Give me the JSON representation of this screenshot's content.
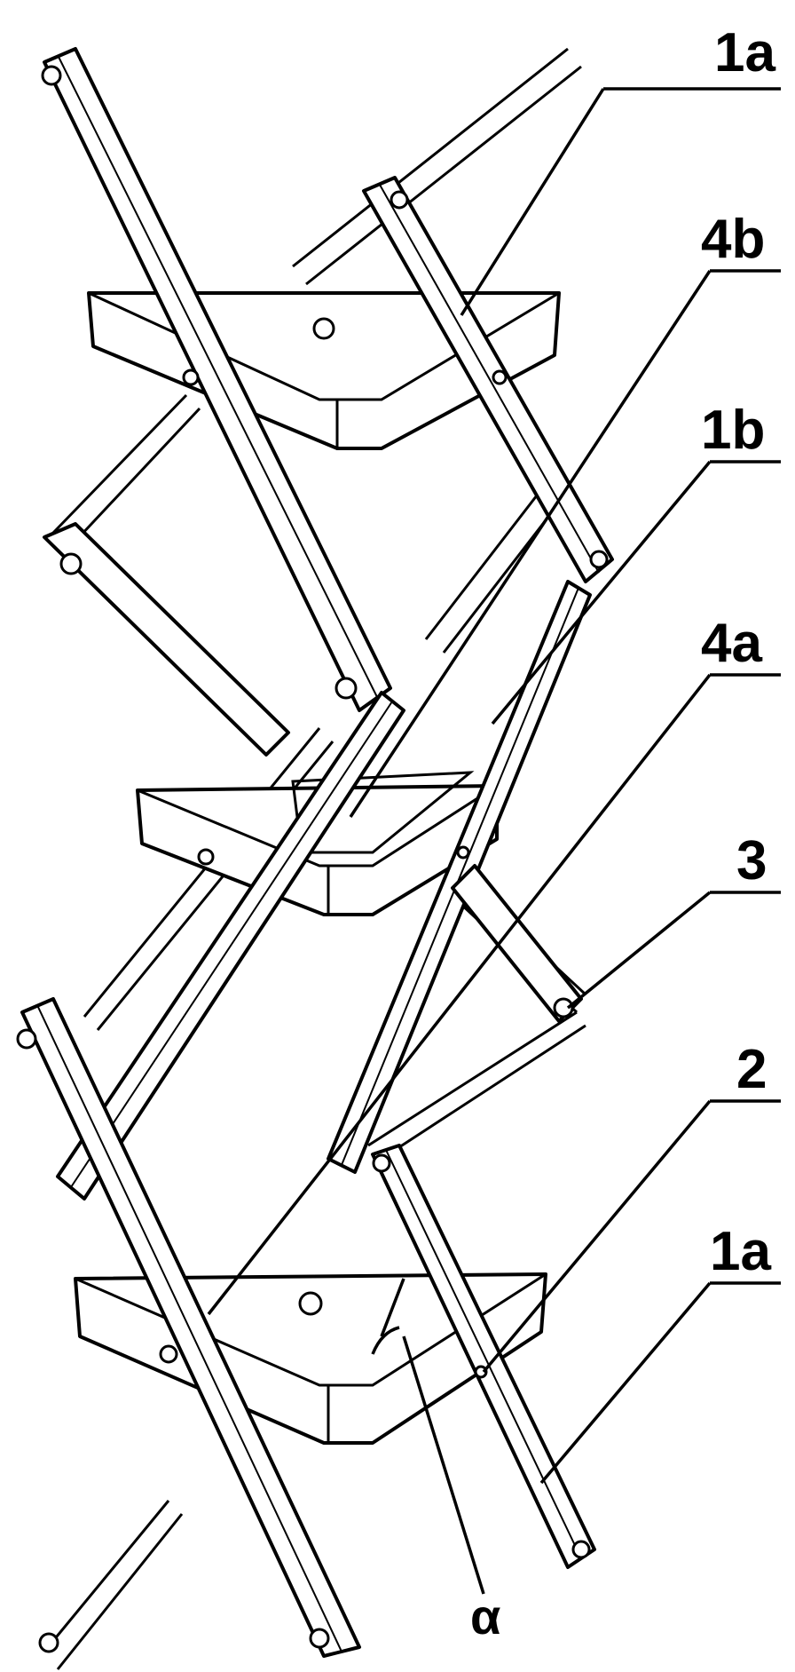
{
  "labels": {
    "top_1a": "1a",
    "mid_4b": "4b",
    "mid_1b": "1b",
    "mid_4a": "4a",
    "mid_3": "3",
    "low_2": "2",
    "low_1a": "1a",
    "angle": "α"
  }
}
